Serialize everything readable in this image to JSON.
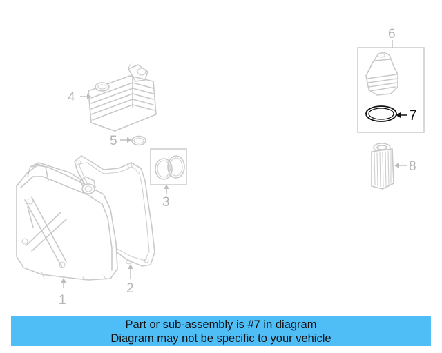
{
  "diagram": {
    "callouts": {
      "c1": "1",
      "c2": "2",
      "c3": "3",
      "c4": "4",
      "c5": "5",
      "c6": "6",
      "c7": "7",
      "c8": "8"
    },
    "highlighted_part": "7"
  },
  "banner": {
    "line1": "Part or sub-assembly is #7 in diagram",
    "line2": "Diagram may not be specific to your vehicle",
    "color": "#4fbdf6"
  }
}
